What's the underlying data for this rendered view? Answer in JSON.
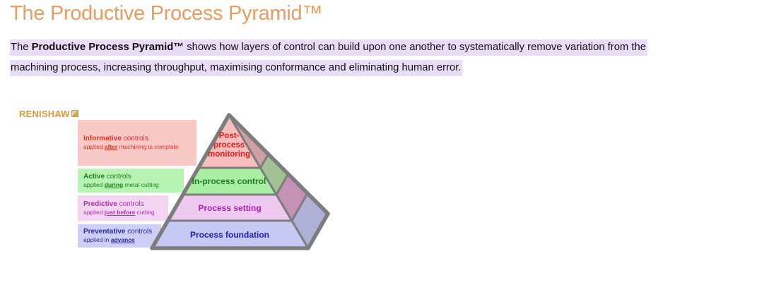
{
  "page": {
    "title": "The Productive Process Pyramid™",
    "title_color": "#ed9b5f",
    "background": "#ffffff"
  },
  "intro": {
    "highlight_color": "#e9dcf6",
    "line1_pre": "The ",
    "line1_bold": "Productive Process Pyramid™",
    "line1_post": " shows how layers of control can build upon one another to systematically remove variation from the",
    "line2": "machining process, increasing throughput, maximising conformance and eliminating human error."
  },
  "diagram": {
    "logo_text": "RENISHAW",
    "logo_color": "#e2992f",
    "outline_color": "#7d7d7d",
    "layers": [
      {
        "id": "informative",
        "band_title_bold": "Informative",
        "band_title_rest": " controls",
        "band_sub_pre": "applied ",
        "band_sub_bold": "after",
        "band_sub_post": " machining is complete",
        "band_bg": "#f9c9c5",
        "face_color": "#f8bdbd",
        "side_color": "#cf9fa5",
        "text_color": "#e0352b",
        "face_text_color": "#e01f1f",
        "face_lines": [
          "Post-",
          "process",
          "monitoring"
        ]
      },
      {
        "id": "active",
        "band_title_bold": "Active",
        "band_title_rest": " controls",
        "band_sub_pre": "applied ",
        "band_sub_bold": "during",
        "band_sub_post": " metal cutting",
        "band_bg": "#b7f3b3",
        "face_color": "#a9efa3",
        "side_color": "#a2c293",
        "text_color": "#1e7d1e",
        "face_text_color": "#1e7d1e",
        "face_lines": [
          "In-process control"
        ]
      },
      {
        "id": "predictive",
        "band_title_bold": "Predictive",
        "band_title_rest": " controls",
        "band_sub_pre": "applied ",
        "band_sub_bold": "just before",
        "band_sub_post": " cutting",
        "band_bg": "#f3d4f3",
        "face_color": "#eec9f0",
        "side_color": "#c392b4",
        "text_color": "#b82ab8",
        "face_text_color": "#ab1fb5",
        "face_lines": [
          "Process setting"
        ]
      },
      {
        "id": "preventative",
        "band_title_bold": "Preventative",
        "band_title_rest": " controls",
        "band_sub_pre": "applied in ",
        "band_sub_bold": "advance",
        "band_sub_post": "",
        "band_bg": "#cdcff7",
        "face_color": "#c6c9f4",
        "side_color": "#aeb0d5",
        "text_color": "#2929a3",
        "face_text_color": "#1f1fae",
        "face_lines": [
          "Process foundation"
        ]
      }
    ]
  }
}
